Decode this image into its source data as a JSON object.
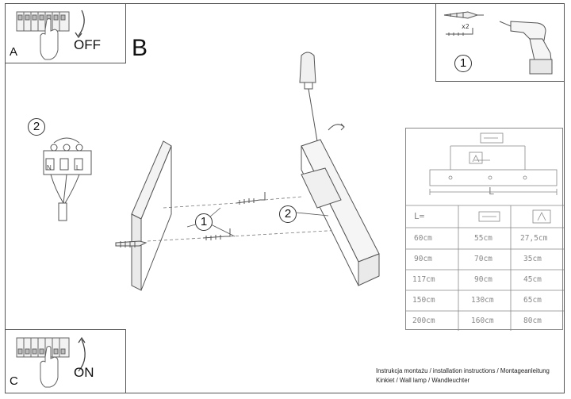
{
  "panels": {
    "a": {
      "letter": "A",
      "label": "OFF"
    },
    "c": {
      "letter": "C",
      "label": "ON"
    }
  },
  "main_section_letter": "B",
  "steps": {
    "step_1_box": "1",
    "step_2_wiring": "2",
    "step_1_screws": "1",
    "step_2_lamp": "2"
  },
  "box_quantity": "x2",
  "dimension_label": "L",
  "table": {
    "header": "L=",
    "rows": [
      [
        "60cm",
        "55cm",
        "27,5cm"
      ],
      [
        "90cm",
        "70cm",
        "35cm"
      ],
      [
        "117cm",
        "90cm",
        "45cm"
      ],
      [
        "150cm",
        "130cm",
        "65cm"
      ],
      [
        "200cm",
        "160cm",
        "80cm"
      ]
    ]
  },
  "footer": {
    "line1": "Instrukcja montażu / installation instructions / Montageanleitung",
    "line2": "Kinkiet / Wall lamp / Wandleuchter"
  },
  "colors": {
    "line": "#555555",
    "text": "#222222",
    "table_text": "#888888"
  }
}
